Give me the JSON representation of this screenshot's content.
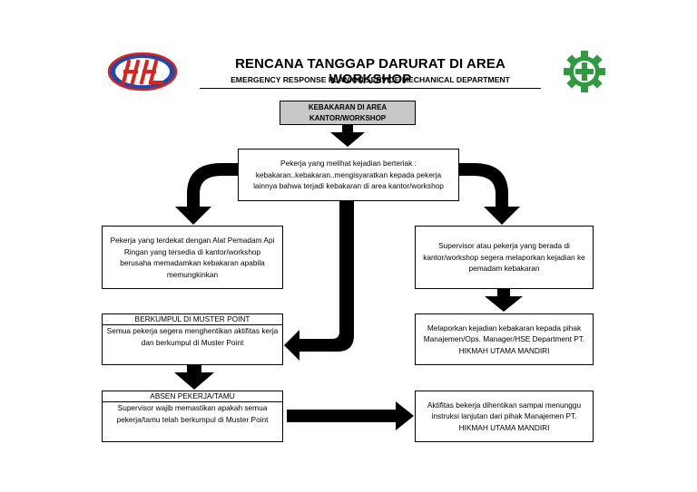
{
  "header": {
    "title": "RENCANA TANGGAP DARURAT DI AREA WORKSHOP",
    "subtitle": "EMERGENCY RESPONSE PLAN ON SERVICE MECHANICAL DEPARTMENT"
  },
  "logos": {
    "left": {
      "icon": "company-logo",
      "colors": [
        "#1f4aa8",
        "#e0231f"
      ]
    },
    "right": {
      "icon": "safety-cross-gear-icon",
      "color": "#2f9a3f"
    }
  },
  "nodes": {
    "start": "KEBAKARAN DI AREA KANTOR/WORKSHOP",
    "witness": "Pekerja yang melihat kejadian berteriak : kebakaran..kebakaran..mengisyaratkan kepada pekerja lainnya bahwa terjadi kebakaran di area kantor/workshop",
    "nearest": "Pekerja yang terdekat dengan Alat Pemadam Api Ringan yang tersedia di kantor/workshop berusaha memadamkan kebakaran apabila memungkinkan",
    "supervisor": "Supervisor atau pekerja yang berada di kantor/workshop segera melaporkan kejadian ke pemadam kebakaran",
    "muster_caption": "BERKUMPUL DI MUSTER POINT",
    "muster_body": "Semua pekerja segera menghentikan aktifitas kerja dan berkumpul di Muster Point",
    "report": "Melaporkan kejadian kebakaran kepada pihak Manajemen/Ops. Manager/HSE Department PT. HIKMAH UTAMA MANDIRI",
    "absen_caption": "ABSEN PEKERJA/TAMU",
    "absen_body": "Supervisor wajib memastikan apakah semua pekerja/tamu telah berkumpul di Muster Point",
    "stop": "Aktifitas bekerja dihentikan sampai menunggu instruksi lanjutan dari pihak Manajemen PT. HIKMAH UTAMA MANDIRI"
  }
}
